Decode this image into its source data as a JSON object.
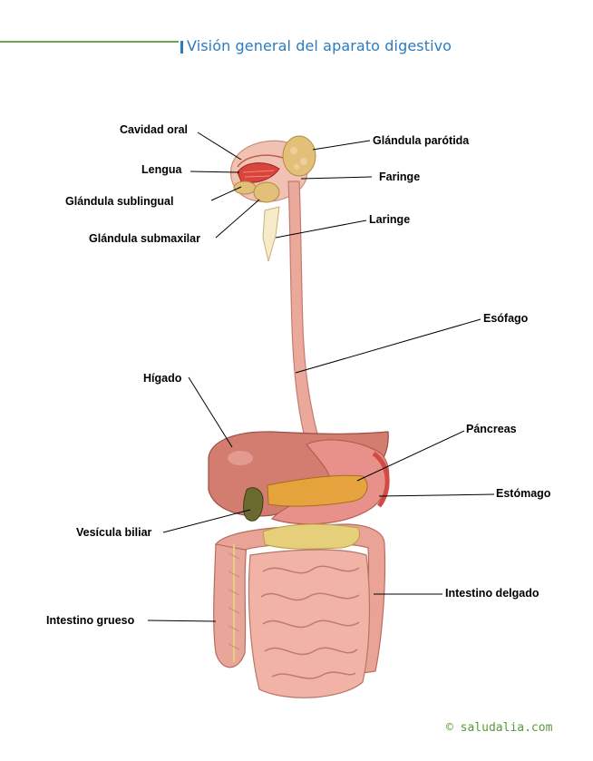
{
  "header": {
    "title": "Visión general del aparato digestivo"
  },
  "labels": {
    "cavidad_oral": "Cavidad oral",
    "lengua": "Lengua",
    "glandula_sublingual": "Glándula sublingual",
    "glandula_submaxilar": "Glándula submaxilar",
    "glandula_parotida": "Glándula parótida",
    "faringe": "Faringe",
    "laringe": "Laringe",
    "esofago": "Esófago",
    "higado": "Hígado",
    "pancreas": "Páncreas",
    "estomago": "Estómago",
    "vesicula_biliar": "Vesícula biliar",
    "intestino_delgado": "Intestino delgado",
    "intestino_grueso": "Intestino grueso"
  },
  "footer": {
    "copyright": "© saludalia.com"
  },
  "colors": {
    "accent_green": "#6aa84f",
    "title_blue": "#2b7bbf",
    "organ_pink": "#e9a59a",
    "liver": "#cf7a6c",
    "pancreas": "#e7a63a",
    "gland": "#e3c07a"
  }
}
